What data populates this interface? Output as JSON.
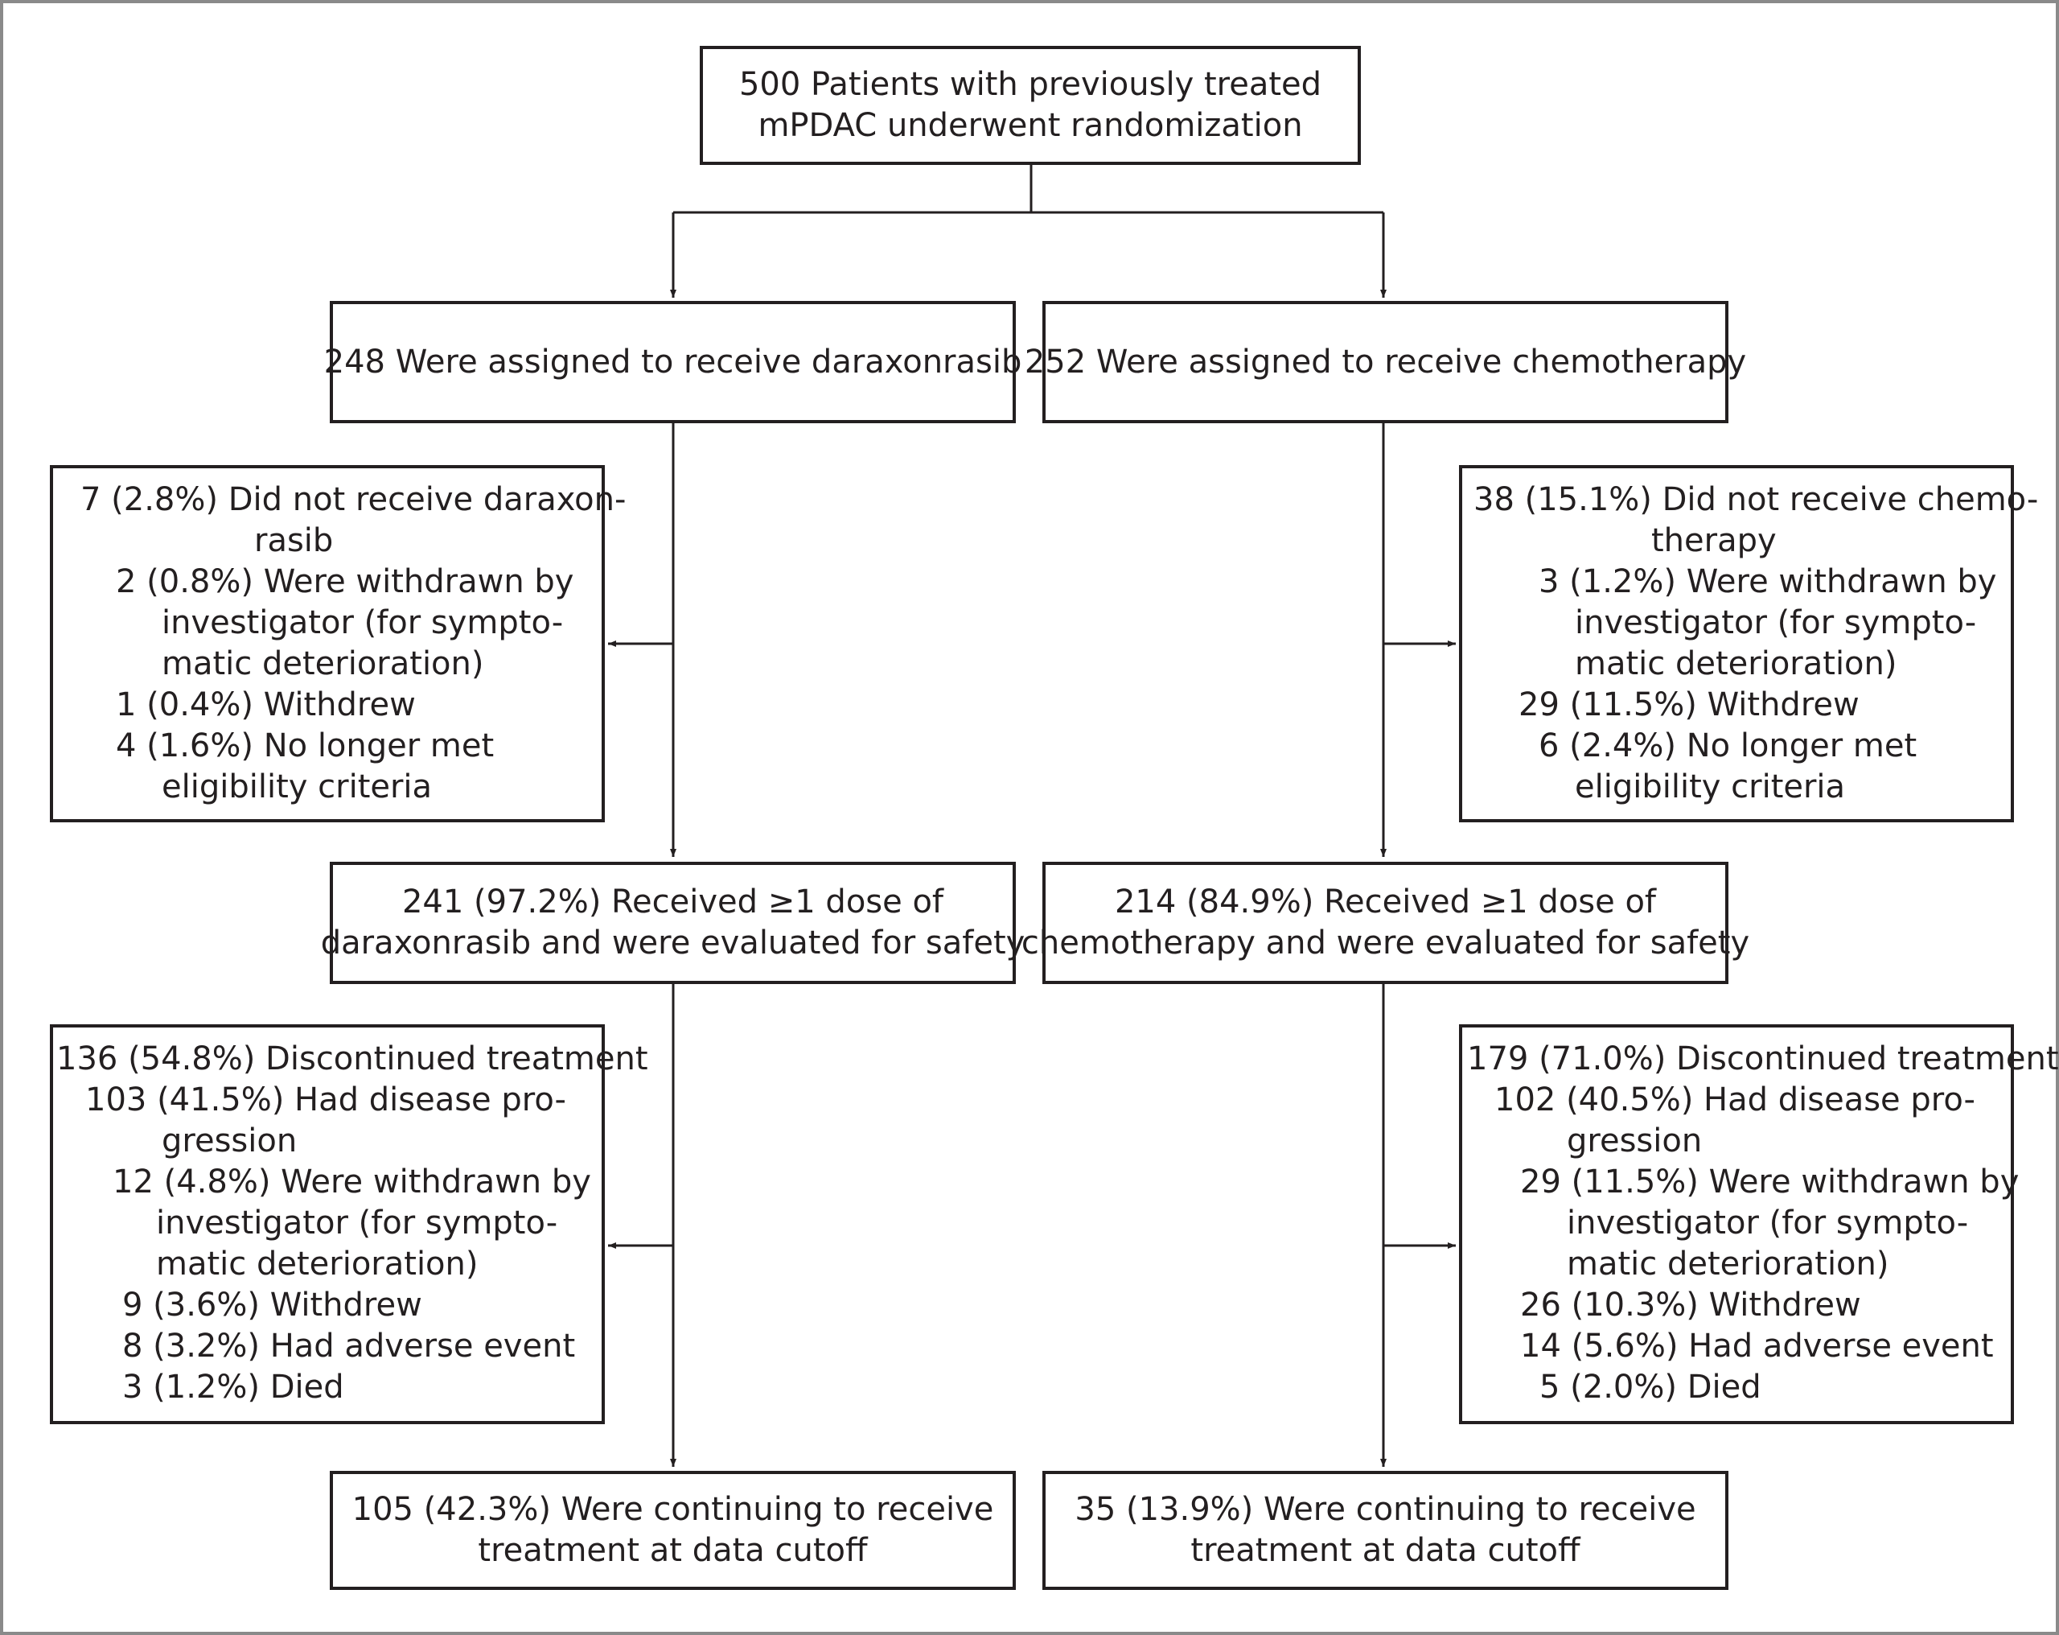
{
  "root": {
    "lines": [
      "500 Patients with previously treated",
      "mPDAC underwent randomization"
    ]
  },
  "arms": {
    "left": {
      "assigned": "248 Were assigned to receive daraxonrasib",
      "excluded": [
        "7 (2.8%) Did not receive daraxon-",
        "rasib",
        "2 (0.8%) Were withdrawn by",
        "investigator (for sympto-",
        "matic deterioration)",
        "1 (0.4%) Withdrew",
        "4 (1.6%) No longer met",
        "eligibility criteria"
      ],
      "safety": [
        "241 (97.2%) Received ≥1 dose of",
        "daraxonrasib and were evaluated for safety"
      ],
      "discontinued": [
        "136 (54.8%) Discontinued treatment",
        "103 (41.5%) Had disease pro-",
        "gression",
        "12 (4.8%) Were withdrawn by",
        "investigator (for sympto-",
        "matic deterioration)",
        "9 (3.6%) Withdrew",
        "8 (3.2%) Had adverse event",
        "3 (1.2%) Died"
      ],
      "continuing": [
        "105 (42.3%) Were continuing to receive",
        "treatment at data cutoff"
      ]
    },
    "right": {
      "assigned": "252 Were assigned to receive chemotherapy",
      "excluded": [
        "38 (15.1%) Did not receive chemo-",
        "therapy",
        "3 (1.2%) Were withdrawn by",
        "investigator (for sympto-",
        "matic deterioration)",
        "29 (11.5%) Withdrew",
        "6 (2.4%) No longer met",
        "eligibility criteria"
      ],
      "safety": [
        "214 (84.9%) Received ≥1 dose of",
        "chemotherapy and were evaluated for safety"
      ],
      "discontinued": [
        "179 (71.0%) Discontinued treatment",
        "102 (40.5%) Had disease pro-",
        "gression",
        "29 (11.5%) Were withdrawn by",
        "investigator (for sympto-",
        "matic deterioration)",
        "26 (10.3%) Withdrew",
        "14 (5.6%) Had adverse event",
        "5 (2.0%) Died"
      ],
      "continuing": [
        "35 (13.9%) Were continuing to receive",
        "treatment at data cutoff"
      ]
    }
  },
  "colors": {
    "ink": "#231f20",
    "frame": "#8a8a8a"
  }
}
